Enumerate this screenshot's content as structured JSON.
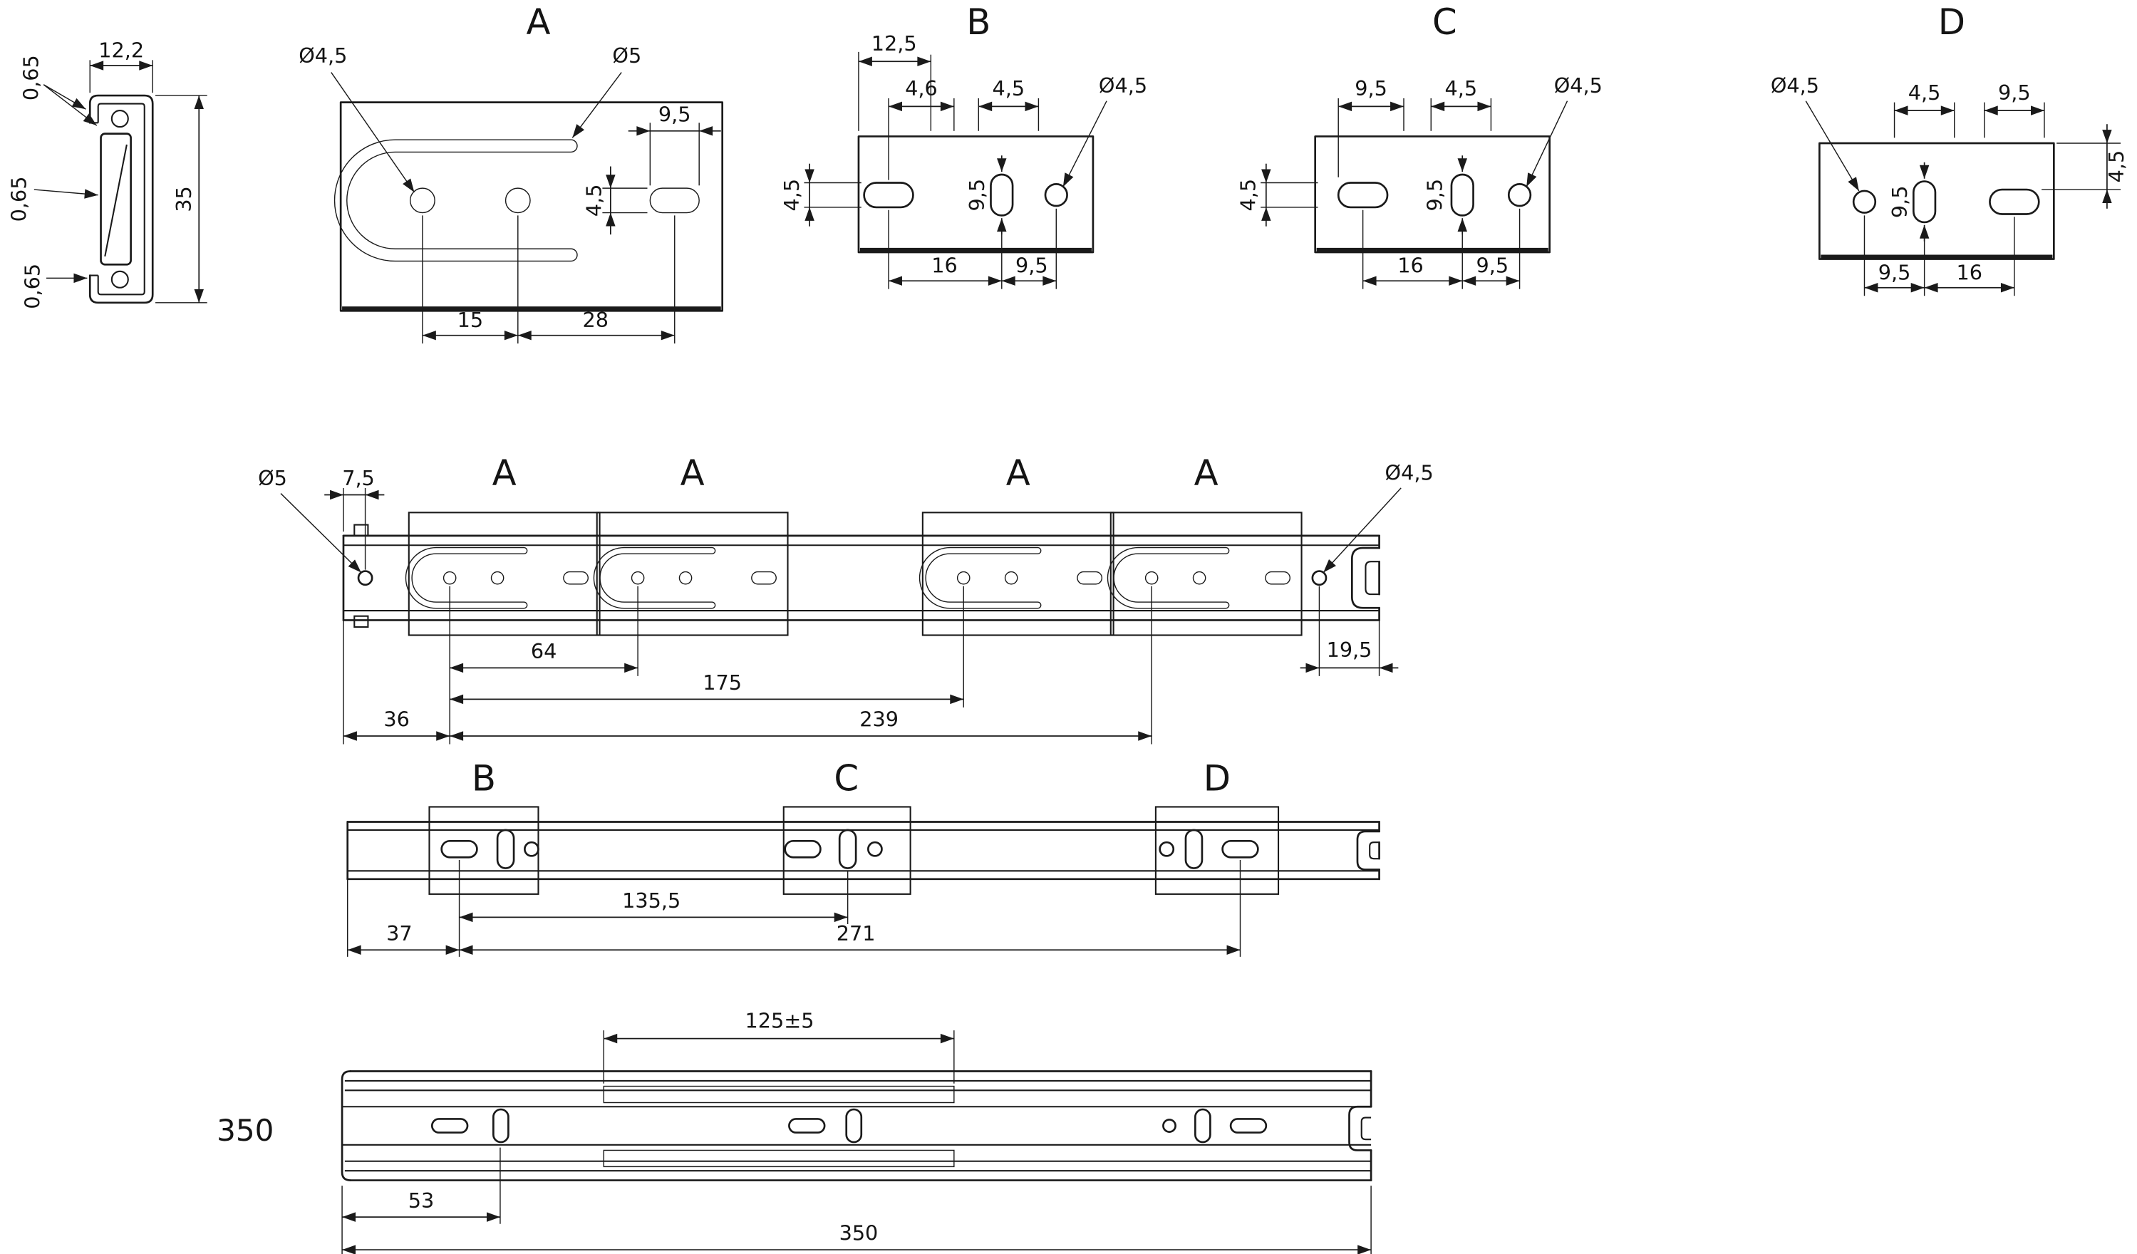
{
  "drawing": {
    "cross_section": {
      "width": "12,2",
      "thk1": "0,65",
      "thk2": "0,65",
      "thk3": "0,65",
      "height": "35"
    },
    "detail_a": {
      "title": "A",
      "hole_dia": "Ø4,5",
      "slot_dia": "Ø5",
      "oval_len": "9,5",
      "oval_wid": "4,5",
      "hole_pitch": "15",
      "oval_pitch": "28"
    },
    "detail_b": {
      "title": "B",
      "edge_off": "12,5",
      "gap1": "4,6",
      "gap2": "4,5",
      "hole_dia": "Ø4,5",
      "side_off": "4,5",
      "vslot_len": "9,5",
      "pitch1": "16",
      "pitch2": "9,5"
    },
    "detail_c": {
      "title": "C",
      "gap1": "9,5",
      "gap2": "4,5",
      "hole_dia": "Ø4,5",
      "side_off": "4,5",
      "vslot_len": "9,5",
      "pitch1": "16",
      "pitch2": "9,5"
    },
    "detail_d": {
      "title": "D",
      "hole_dia": "Ø4,5",
      "gap1": "4,5",
      "gap2": "9,5",
      "side_off": "4,5",
      "vslot_len": "9,5",
      "pitch1": "9,5",
      "pitch2": "16"
    },
    "rail_a": {
      "t1": "A",
      "t2": "A",
      "t3": "A",
      "t4": "A",
      "end_hole_dia": "Ø5",
      "end_off": "7,5",
      "right_hole_dia": "Ø4,5",
      "pitch1": "64",
      "pitch2": "175",
      "pitch3": "239",
      "left_margin": "36",
      "right_margin": "19,5"
    },
    "rail_bcd": {
      "tb": "B",
      "tc": "C",
      "td": "D",
      "pitch1": "135,5",
      "pitch2": "271",
      "left_margin": "37"
    },
    "assembly": {
      "size_label": "350",
      "cage_dim": "125±5",
      "left_dim": "53",
      "total_len": "350"
    }
  }
}
